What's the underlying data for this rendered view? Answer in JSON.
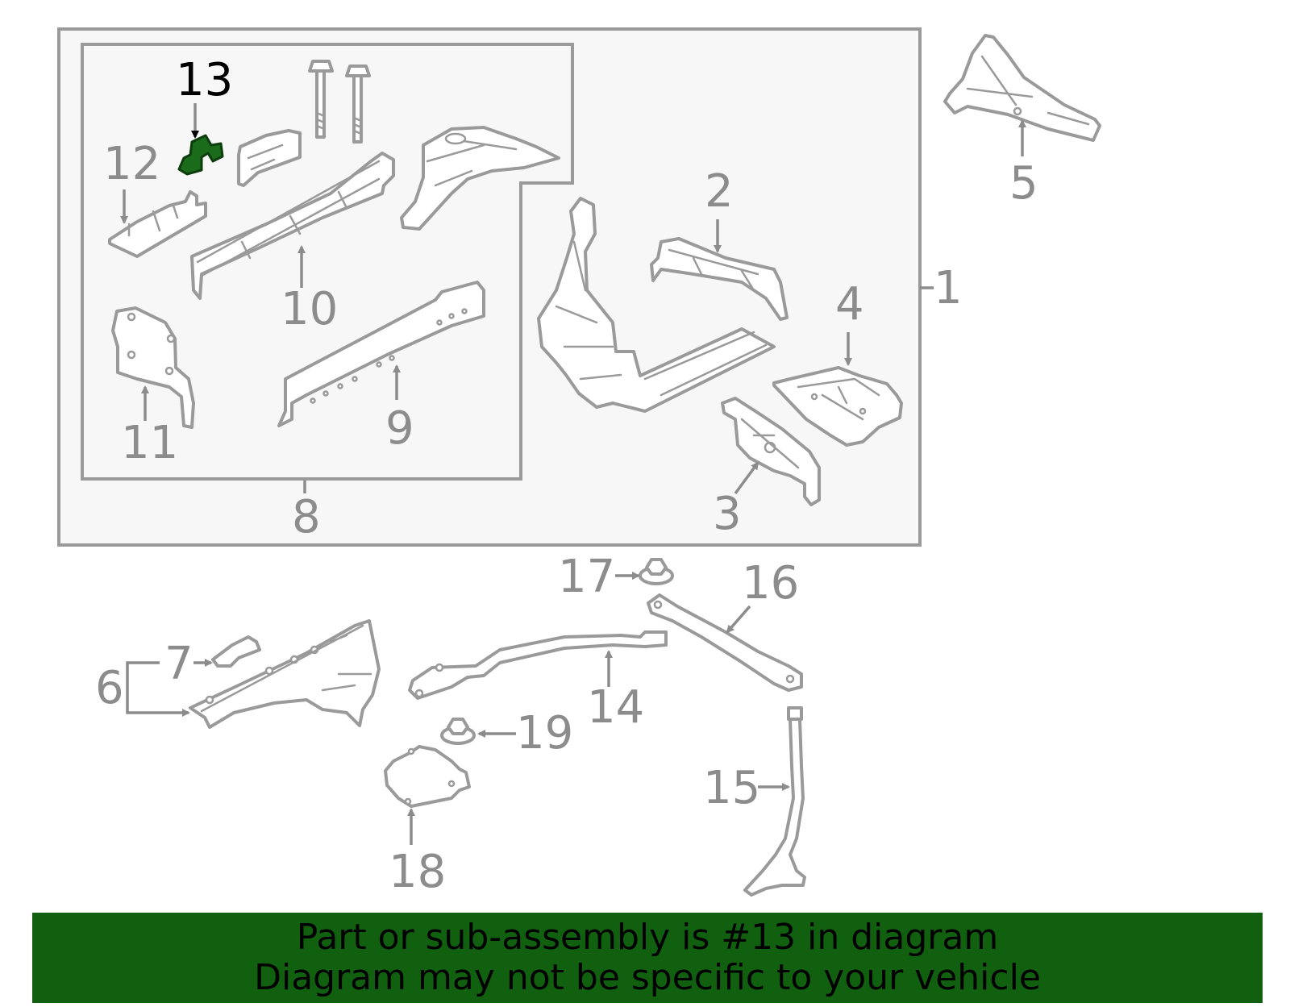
{
  "diagram": {
    "callouts": {
      "c1": "1",
      "c2": "2",
      "c3": "3",
      "c4": "4",
      "c5": "5",
      "c6": "6",
      "c7": "7",
      "c8": "8",
      "c9": "9",
      "c10": "10",
      "c11": "11",
      "c12": "12",
      "c13": "13",
      "c14": "14",
      "c15": "15",
      "c16": "16",
      "c17": "17",
      "c18": "18",
      "c19": "19"
    },
    "highlighted_part": "13",
    "highlight_color": "#1a6b1a",
    "line_color": "#9a9a9a"
  },
  "banner": {
    "line1": "Part or sub-assembly is #13 in diagram",
    "line2": "Diagram may not be specific to your vehicle",
    "background_color": "#106010",
    "text_color": "#000000"
  }
}
